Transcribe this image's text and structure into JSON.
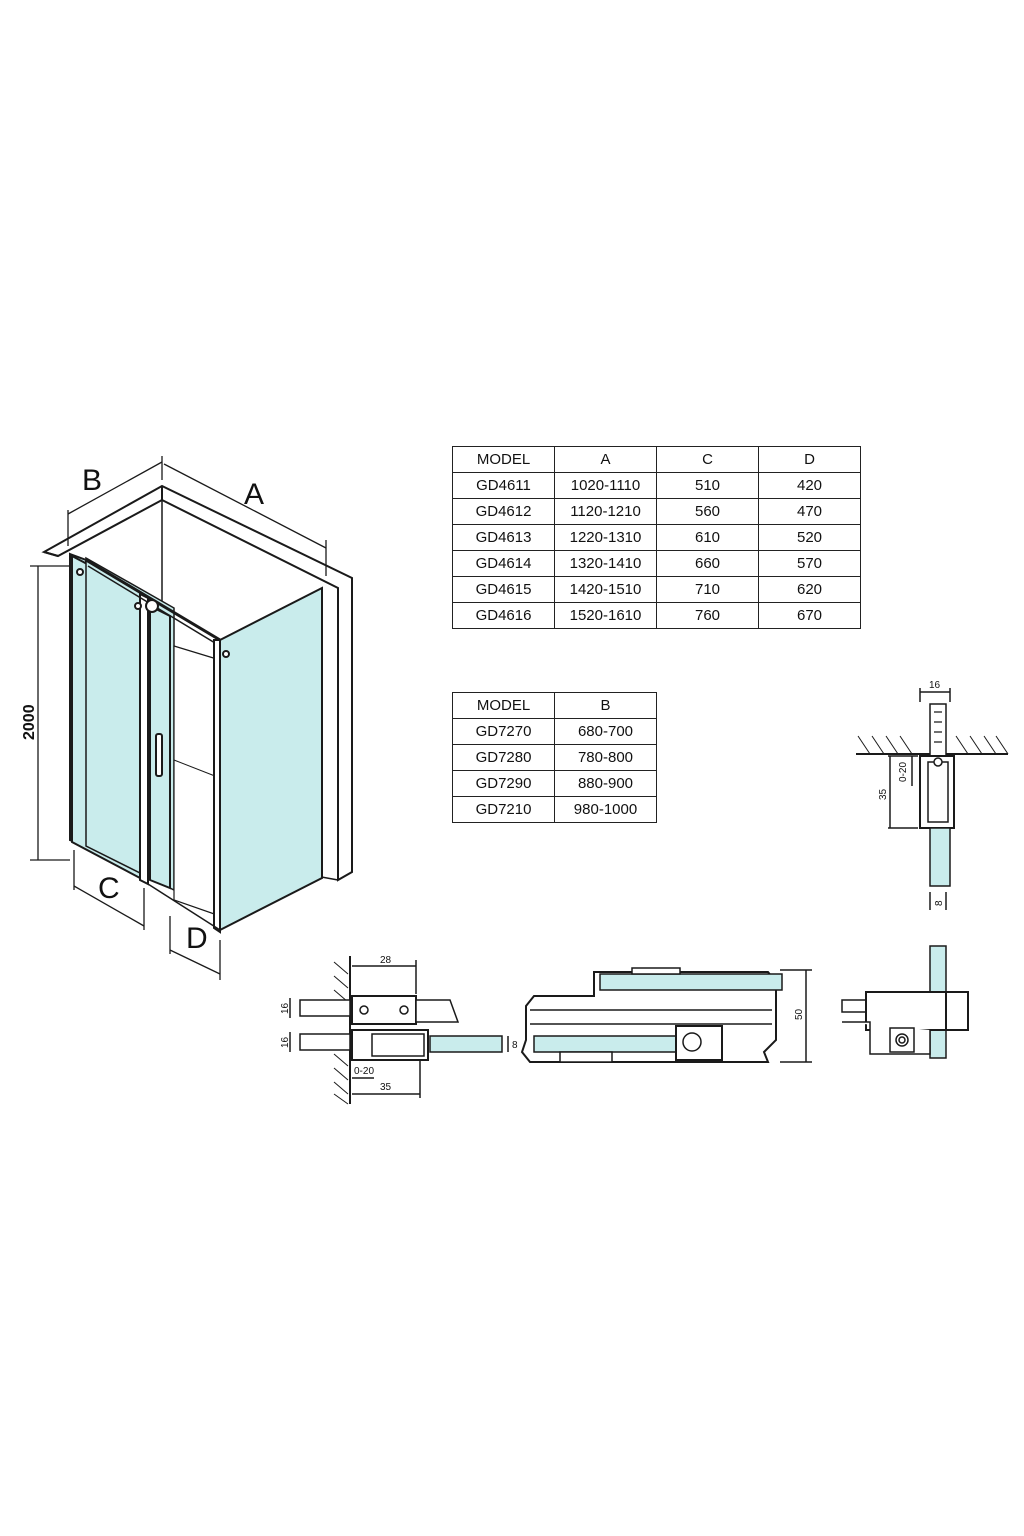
{
  "dimension_labels": {
    "a": "A",
    "b": "B",
    "c": "C",
    "d": "D",
    "height": "2000"
  },
  "detail_labels": {
    "top_width": "16",
    "top_range": "0-20",
    "top_depth": "35",
    "top_glass": "8",
    "left_width": "28",
    "left_h1": "16",
    "left_h2": "16",
    "left_range": "0-20",
    "left_depth": "35",
    "left_glass": "8",
    "mid_height": "50"
  },
  "table_a": {
    "headers": [
      "MODEL",
      "A",
      "C",
      "D"
    ],
    "rows": [
      [
        "GD4611",
        "1020-1110",
        "510",
        "420"
      ],
      [
        "GD4612",
        "1120-1210",
        "560",
        "470"
      ],
      [
        "GD4613",
        "1220-1310",
        "610",
        "520"
      ],
      [
        "GD4614",
        "1320-1410",
        "660",
        "570"
      ],
      [
        "GD4615",
        "1420-1510",
        "710",
        "620"
      ],
      [
        "GD4616",
        "1520-1610",
        "760",
        "670"
      ]
    ]
  },
  "table_b": {
    "headers": [
      "MODEL",
      "B"
    ],
    "rows": [
      [
        "GD7270",
        "680-700"
      ],
      [
        "GD7280",
        "780-800"
      ],
      [
        "GD7290",
        "880-900"
      ],
      [
        "GD7210",
        "980-1000"
      ]
    ]
  },
  "colors": {
    "glass": "#c9ecec",
    "line": "#1a1a1a",
    "background": "#ffffff"
  }
}
